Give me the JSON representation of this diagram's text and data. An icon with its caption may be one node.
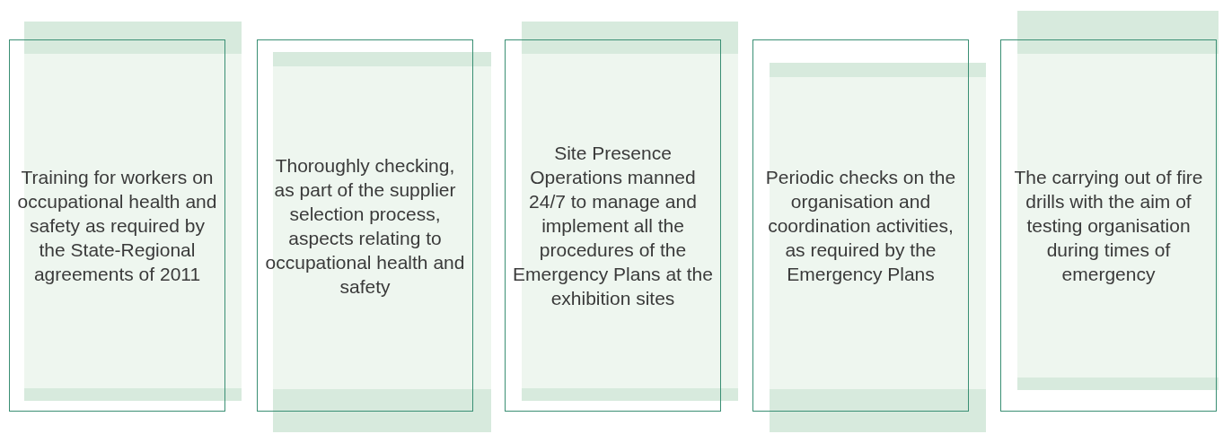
{
  "diagram": {
    "nodes": [
      {
        "text": [
          "Training for workers on occupational health and safety as required by the State-Regional agreements of 2011"
        ]
      },
      {
        "text": [
          "Thoroughly checking, as part of the supplier selection process, aspects relating to occupational health and safety"
        ]
      },
      {
        "text": [
          "Site Presence Operations manned 24/7 to manage and implement all the procedures of the Emergency Plans at the exhibition sites"
        ]
      },
      {
        "text": [
          "Periodic checks on the organisation and coordination activities, as required by the Emergency Plans"
        ]
      },
      {
        "text": [
          "The carrying out of fire drills with the aim of testing organisation during times of emergency"
        ]
      }
    ]
  }
}
